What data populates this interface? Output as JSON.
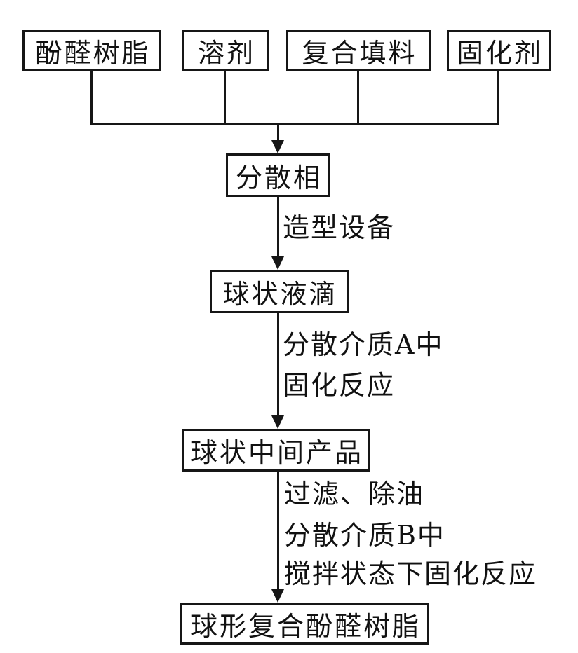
{
  "figure": {
    "background_color": "#ffffff",
    "ink_color": "#161616",
    "type": "process-flowchart"
  },
  "nodes": {
    "phenolic_resin": "酚醛树脂",
    "solvent": "溶剂",
    "composite_filler": "复合填料",
    "curing_agent": "固化剂",
    "dispersed_phase": "分散相",
    "spherical_droplets": "球状液滴",
    "spherical_intermediate_product": "球状中间产品",
    "spherical_composite_phenolic_resin": "球形复合酚醛树脂"
  },
  "edge_labels": {
    "shaping_equipment": "造型设备",
    "medium_a_line1": "分散介质A中",
    "medium_a_line2": "固化反应",
    "post_line1": "过滤、除油",
    "post_line2": "分散介质B中",
    "post_line3": "搅拌状态下固化反应"
  },
  "edges": [
    {
      "from": "phenolic_resin",
      "to": "dispersed_phase"
    },
    {
      "from": "solvent",
      "to": "dispersed_phase"
    },
    {
      "from": "composite_filler",
      "to": "dispersed_phase"
    },
    {
      "from": "curing_agent",
      "to": "dispersed_phase"
    },
    {
      "from": "dispersed_phase",
      "to": "spherical_droplets",
      "label": "造型设备"
    },
    {
      "from": "spherical_droplets",
      "to": "spherical_intermediate_product",
      "label": "分散介质A中 固化反应"
    },
    {
      "from": "spherical_intermediate_product",
      "to": "spherical_composite_phenolic_resin",
      "label": "过滤、除油 分散介质B中 搅拌状态下固化反应"
    }
  ]
}
